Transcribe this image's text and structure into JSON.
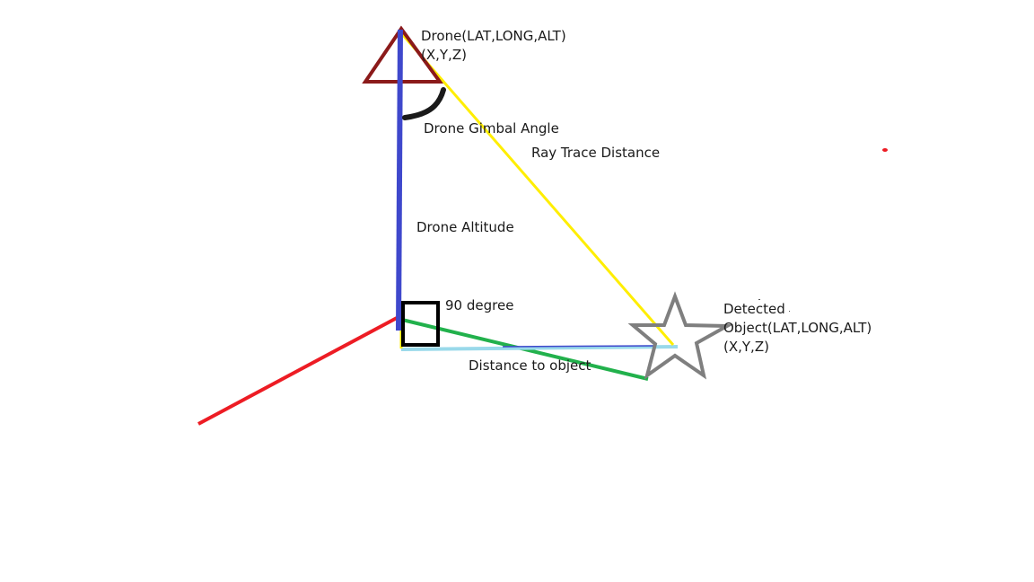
{
  "labels": {
    "drone_line1": "Drone(LAT,LONG,ALT)",
    "drone_line2": "(X,Y,Z)",
    "gimbal": "Drone Gimbal Angle",
    "ray": "Ray Trace Distance",
    "altitude": "Drone Altitude",
    "right_angle": "90 degree",
    "distance": "Distance to object",
    "object_line1": "Detected",
    "object_line2": "Object(LAT,LONG,ALT)",
    "object_line3": "(X,Y,Z)"
  },
  "colors": {
    "drone_triangle": "#8b1a1a",
    "altitude_line": "#3f48cc",
    "ray_line": "#ffee00",
    "ground_line": "#99d9ea",
    "green_axis": "#22b14c",
    "red_axis": "#ed1c24",
    "object_star": "#7f7f7f",
    "angle_arc": "#1a1a1a",
    "right_angle_box": "#000000"
  },
  "icons": {
    "drone": "triangle-icon",
    "object": "star-icon"
  }
}
